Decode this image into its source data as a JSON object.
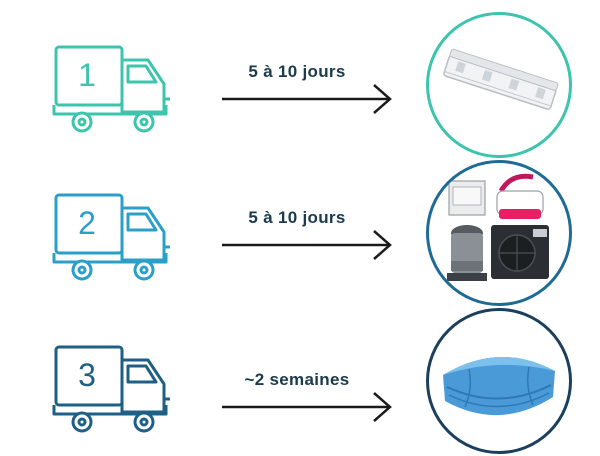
{
  "steps": [
    {
      "number": "1",
      "lead_time": "5 à 10 jours",
      "product_icon": "pool-skimmer-bracket-icon",
      "color": "#3cc4ac"
    },
    {
      "number": "2",
      "lead_time": "5 à 10 jours",
      "product_icon": "pool-equipment-icon",
      "color": "#2a9fc8"
    },
    {
      "number": "3",
      "lead_time": "~2 semaines",
      "product_icon": "pool-liner-icon",
      "color": "#1e5f86"
    }
  ],
  "colors": {
    "text": "#1b3a4b",
    "arrow": "#1a1a1a"
  }
}
